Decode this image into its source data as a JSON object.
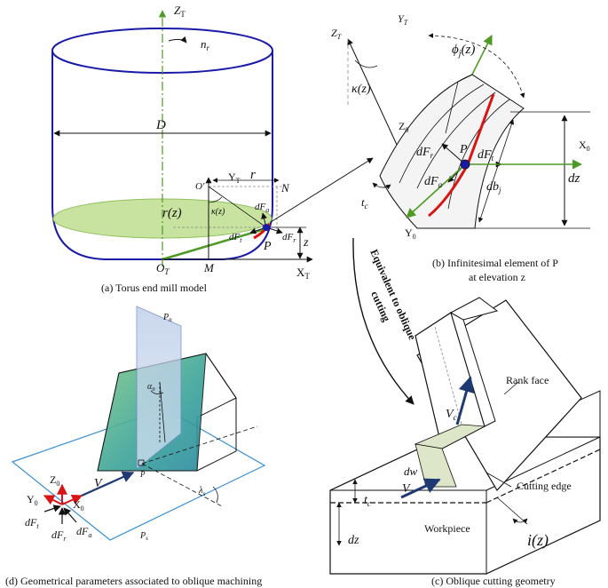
{
  "captions": {
    "a": "(a) Torus end mill model",
    "b_line1": "(b) Infinitesimal element of P",
    "b_line2": "at elevation z",
    "c": "(c) Oblique cutting geometry",
    "d": "(d)  Geometrical parameters associated to oblique machining"
  },
  "arrow_text": {
    "line1": "Equivalent to oblique",
    "line2": "cutting"
  },
  "panel_a": {
    "zt": "Z",
    "zt_sub": "T",
    "nr": "n",
    "nr_sub": "r",
    "D": "D",
    "O_prime": "O'",
    "yt": "Y",
    "yt_sub": "T",
    "r": "r",
    "N": "N",
    "rz": "r(z)",
    "kappa": "κ(z)",
    "dFa": "dF",
    "dFa_sub": "a",
    "dFt": "dF",
    "dFt_sub": "t",
    "dFr": "dF",
    "dFr_sub": "r",
    "P": "P",
    "z": "z",
    "OT": "O",
    "OT_sub": "T",
    "M": "M",
    "xt": "X",
    "xt_sub": "T"
  },
  "panel_b": {
    "zt": "Z",
    "zt_sub": "T",
    "yt": "Y",
    "yt_sub": "T",
    "phi": "ϕ",
    "phi_sub": "j",
    "phi_tail": "(z)",
    "kappa": "κ(z)",
    "z0": "Z",
    "z0_sub": "0",
    "dFr": "dF",
    "dFr_sub": "r",
    "P": "P",
    "dFt": "dF",
    "dFt_sub": "t",
    "x0": "X",
    "x0_sub": "0",
    "dFa": "dF",
    "dFa_sub": "a",
    "dbj": "db",
    "dbj_sub": "j",
    "dz": "dz",
    "tc": "t",
    "tc_sub": "c",
    "y0": "Y",
    "y0_sub": "0"
  },
  "panel_c": {
    "rank_face": "Rank face",
    "vc": "V",
    "vc_sub": "c",
    "dw": "dw",
    "v": "V",
    "tc": "t",
    "tc_sub": "c",
    "cutting_edge": "Cutting edge",
    "workpiece": "Workpiece",
    "dz": "dz",
    "iz": "i(z)"
  },
  "panel_d": {
    "pn": "P",
    "pn_sub": "n",
    "alpha": "α",
    "alpha_sub": "n",
    "z0": "Z",
    "z0_sub": "0",
    "y0": "Y",
    "y0_sub": "0",
    "x0": "X",
    "x0_sub": "0",
    "v": "V",
    "P": "P",
    "lambda": "λ",
    "lambda_sub": "s",
    "dFt": "dF",
    "dFt_sub": "t",
    "dFr": "dF",
    "dFr_sub": "r",
    "dFa": "dF",
    "dFa_sub": "a",
    "ps": "P",
    "ps_sub": "s"
  },
  "colors": {
    "tool_outline": "#1a1aa8",
    "axis_green": "#4f9a25",
    "force_red": "#d81414",
    "ellipse_fill": "#c8e3a0",
    "plane_blue": "#9bb5dc",
    "velocity_navy": "#1f3a73"
  }
}
